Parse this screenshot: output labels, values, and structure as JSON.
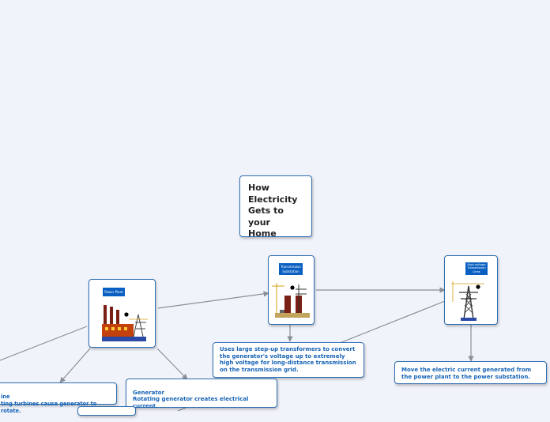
{
  "title": "How\nElectricity\nGets to your\nHome",
  "nodes": {
    "power_plant": {
      "tag": "Power Plant"
    },
    "transmission_substation": {
      "tag": "Transmission\nSubstation"
    },
    "high_voltage_lines": {
      "tag": "High-voltage\nTransmission\nLines"
    }
  },
  "descriptions": {
    "substation": "Uses large step-up transformers to convert\nthe generator's voltage up to extremely\nhigh voltage for long-distance transmission\non the transmission grid.",
    "power_lines": "Move the electric current generated from\nthe power plant to the power substation.",
    "generator_heading": "Generator",
    "generator": "Rotating generator creates electrical\ncurrent.",
    "turbine_heading": "ine",
    "turbine": "ting turbines cause generator to rotate."
  },
  "colors": {
    "background": "#f1f3fb",
    "border": "#2f6fb3",
    "tag": "#0a5fc2",
    "text": "#1563b6",
    "connector": "#8a8f96"
  },
  "icons": [
    "factory-icon",
    "transformer-icon",
    "pylon-icon"
  ]
}
